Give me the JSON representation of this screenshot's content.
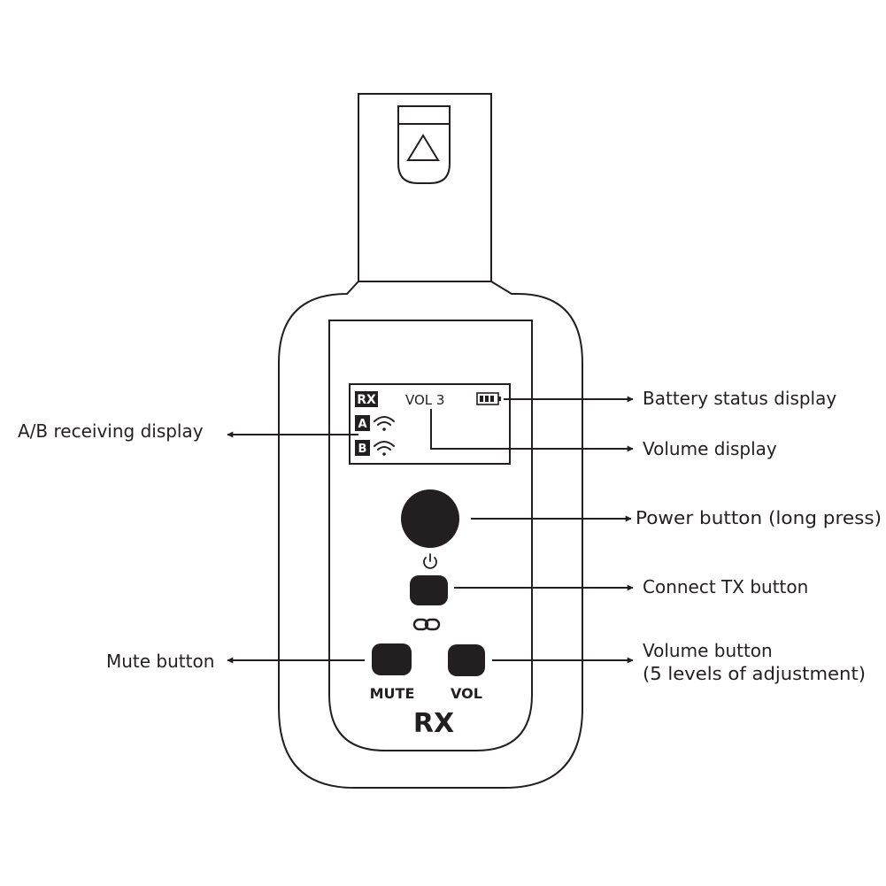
{
  "device": {
    "screen": {
      "rx_badge": "RX",
      "volume_readout": "VOL 3",
      "channel_a": "A",
      "channel_b": "B",
      "icons": [
        "battery-icon",
        "wifi-signal-icon",
        "wifi-signal-icon"
      ]
    },
    "buttons": {
      "power_icon": "power-icon",
      "link_icon": "link-chain-icon",
      "mute_label": "MUTE",
      "vol_label": "VOL"
    },
    "model_label": "RX",
    "top_icon": "triangle-icon"
  },
  "callouts": {
    "battery": "Battery status display",
    "ab_receiving": "A/B receiving display",
    "volume_display": "Volume display",
    "power": "Power button (long press)",
    "connect_tx": "Connect TX button",
    "mute": "Mute button",
    "volume_button_line1": "Volume button",
    "volume_button_line2": "(5 levels of adjustment)"
  },
  "colors": {
    "ink": "#231f20",
    "background": "#ffffff"
  }
}
